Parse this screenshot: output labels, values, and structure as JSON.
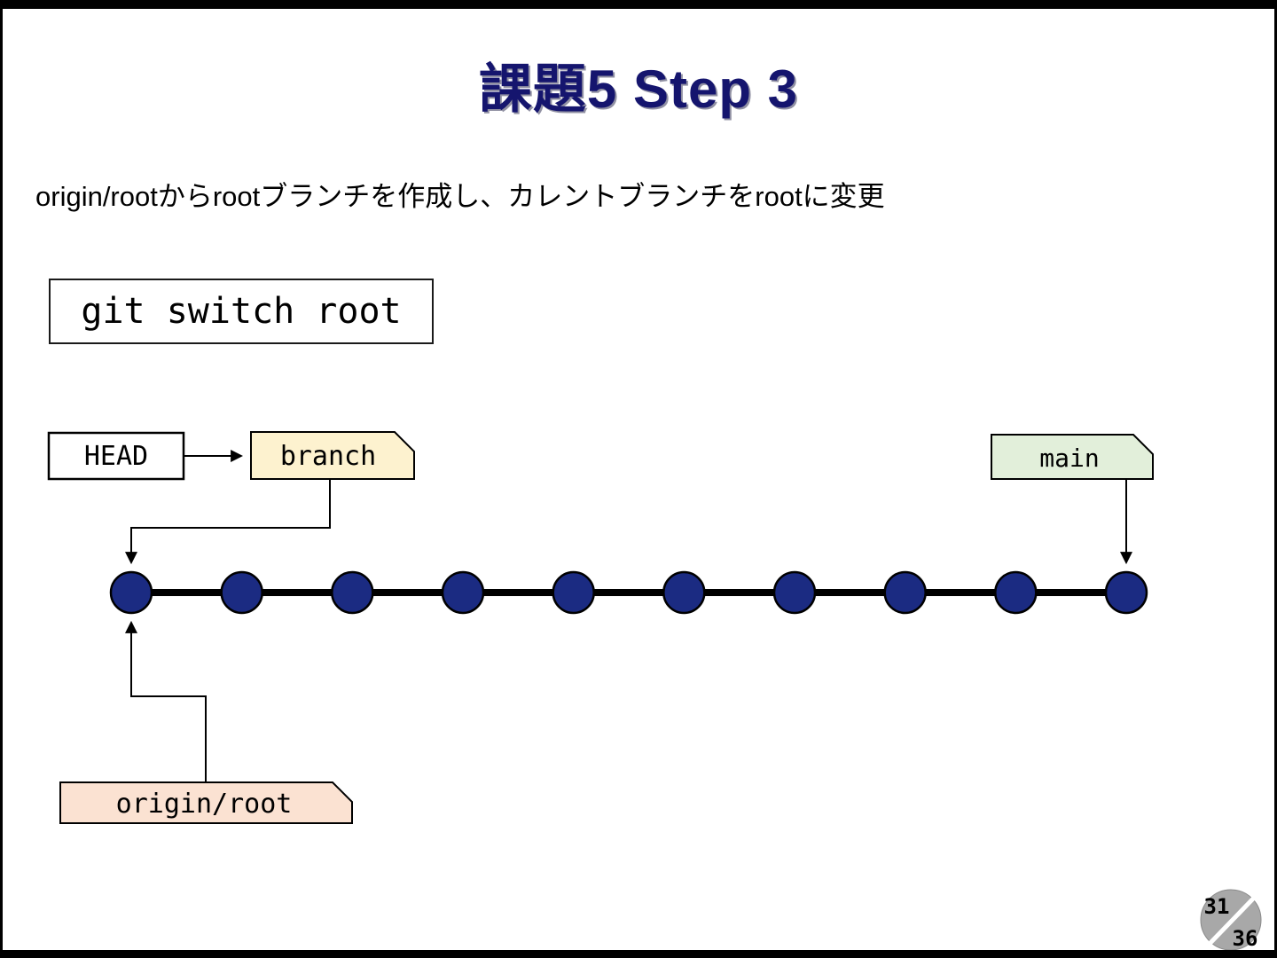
{
  "slide": {
    "title": "課題5 Step 3",
    "subtitle": "origin/rootからrootブランチを作成し、カレントブランチをrootに変更",
    "command": "git switch root",
    "page": {
      "current": "31",
      "total": "36"
    },
    "title_color": "#15156e"
  },
  "diagram": {
    "head_label": "HEAD",
    "branch_label": "branch",
    "main_label": "main",
    "origin_label": "origin/root",
    "commit_count": 10,
    "colors": {
      "commit_fill": "#1b2b82",
      "commit_stroke": "#000000",
      "branch_fill": "#fdf2cf",
      "main_fill": "#e2efda",
      "origin_fill": "#fbe2d2",
      "page_circle": "#a8a8a8"
    }
  }
}
